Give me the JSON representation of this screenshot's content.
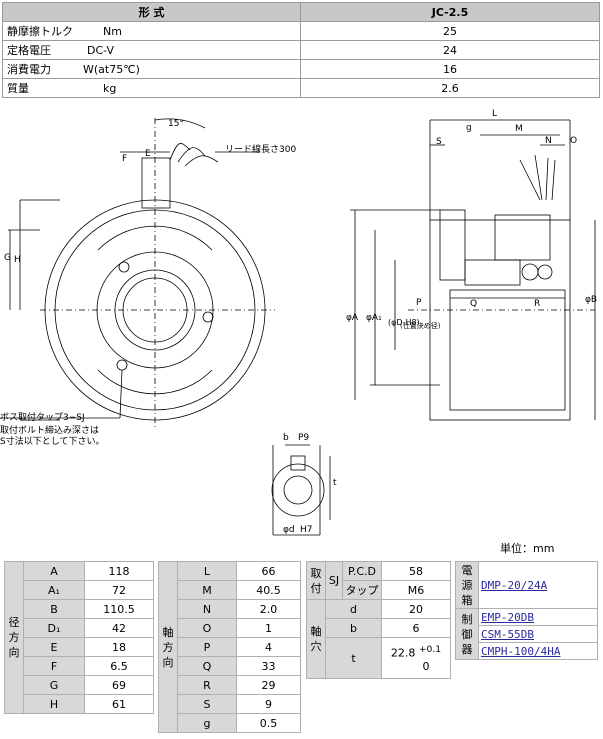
{
  "spec": {
    "header_label": "形 式",
    "header_model": "JC-2.5",
    "rows": [
      {
        "name": "静摩擦トルク",
        "unit": "Nm",
        "value": "25"
      },
      {
        "name": "定格電圧",
        "unit": "DC-V",
        "value": "24"
      },
      {
        "name": "消費電力",
        "unit": "W(at75℃)",
        "value": "16"
      },
      {
        "name": "質量",
        "unit": "kg",
        "value": "2.6"
      }
    ]
  },
  "drawing": {
    "lead_wire": "リード線長さ300",
    "angle": "15°",
    "tap_note_1": "ボス取付タップ3−SJ",
    "tap_note_2": "取付ボルト締込み深さは",
    "tap_note_3": "S寸法以下として下さい。",
    "labels_front": [
      "F",
      "E",
      "G",
      "H"
    ],
    "labels_side": [
      "L",
      "g",
      "M",
      "S",
      "N",
      "O",
      "φA",
      "φA₁",
      "(φD-H8)",
      "(仕置決め径)",
      "φB",
      "P",
      "Q",
      "R"
    ],
    "labels_bore": [
      "b",
      "P9",
      "t",
      "φd",
      "H7"
    ]
  },
  "unit_label": "単位：mm",
  "radial": {
    "side_label": "径方向",
    "rows": [
      {
        "k": "A",
        "v": "118"
      },
      {
        "k": "A₁",
        "v": "72"
      },
      {
        "k": "B",
        "v": "110.5"
      },
      {
        "k": "D₁",
        "v": "42"
      },
      {
        "k": "E",
        "v": "18"
      },
      {
        "k": "F",
        "v": "6.5"
      },
      {
        "k": "G",
        "v": "69"
      },
      {
        "k": "H",
        "v": "61"
      }
    ]
  },
  "axial": {
    "side_label": "軸方向",
    "rows": [
      {
        "k": "L",
        "v": "66"
      },
      {
        "k": "M",
        "v": "40.5"
      },
      {
        "k": "N",
        "v": "2.0"
      },
      {
        "k": "O",
        "v": "1"
      },
      {
        "k": "P",
        "v": "4"
      },
      {
        "k": "Q",
        "v": "33"
      },
      {
        "k": "R",
        "v": "29"
      },
      {
        "k": "S",
        "v": "9"
      },
      {
        "k": "g",
        "v": "0.5"
      }
    ]
  },
  "mount": {
    "side_label": "取付",
    "sj": "SJ",
    "pcd_label": "P.C.D",
    "pcd": "58",
    "tap_label": "タップ",
    "tap": "M6"
  },
  "shaft": {
    "side_label": "軸穴",
    "d_label": "d",
    "d": "20",
    "b_label": "b",
    "b": "6",
    "t_label": "t",
    "t": "22.8",
    "t_tol_upper": "+0.1",
    "t_tol_lower": "0"
  },
  "power_box": {
    "side_label": "電源箱",
    "model": "DMP-20/24A"
  },
  "controller": {
    "side_label": "制御器",
    "models": [
      "EMP-20DB",
      "CSM-55DB",
      "CMPH-100/4HA"
    ]
  }
}
